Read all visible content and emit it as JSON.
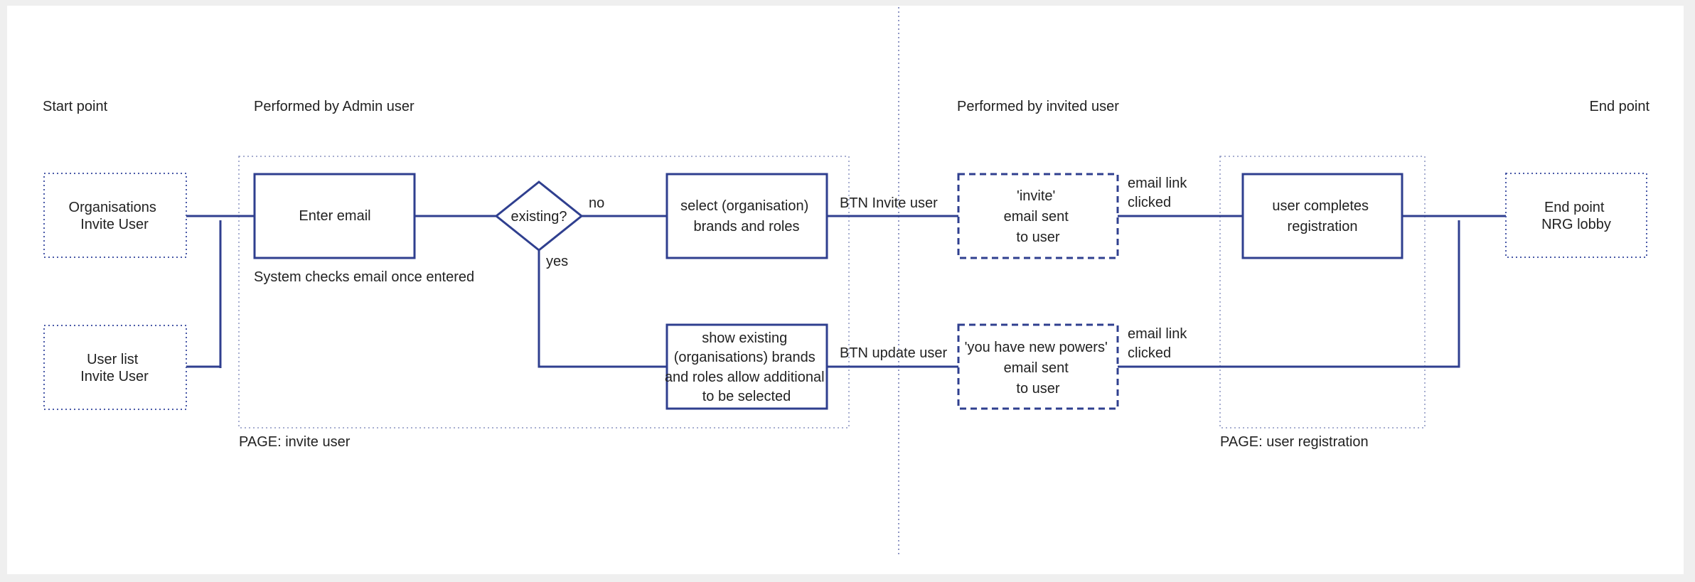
{
  "headers": {
    "start_point": "Start point",
    "admin": "Performed by Admin user",
    "invited": "Performed by invited user",
    "end_point": "End point"
  },
  "groups": {
    "invite_page": "PAGE: invite user",
    "registration_page": "PAGE: user registration"
  },
  "nodes": {
    "org_invite": [
      "Organisations",
      "Invite User"
    ],
    "userlist_invite": [
      "User list",
      "Invite User"
    ],
    "enter_email": [
      "Enter email"
    ],
    "existing": [
      "existing?"
    ],
    "select_brands": [
      "select (organisation)",
      "brands and roles"
    ],
    "show_existing": [
      "show existing",
      "(organisations)  brands",
      "and roles allow additional",
      "to be selected"
    ],
    "invite_email": [
      "'invite'",
      "email sent",
      "to user"
    ],
    "powers_email": [
      "'you have new powers'",
      "email sent",
      "to user"
    ],
    "user_completes": [
      "user completes",
      "registration"
    ],
    "end_lobby": [
      "End point",
      "NRG lobby"
    ]
  },
  "edge_labels": {
    "no": "no",
    "yes": "yes",
    "system_checks": "System checks email once entered",
    "btn_invite": "BTN Invite user",
    "btn_update": "BTN update user",
    "email_link_1": [
      "email link",
      "clicked"
    ],
    "email_link_2": [
      "email link",
      "clicked"
    ]
  }
}
